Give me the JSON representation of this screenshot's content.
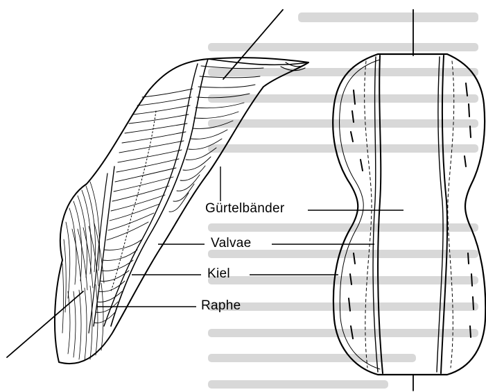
{
  "labels": {
    "girdle_bands": "Gürtelbänder",
    "valves": "Valvae",
    "keel": "Kiel",
    "raphe": "Raphe"
  },
  "colors": {
    "ink": "#000000",
    "background": "#ffffff",
    "ghost_text": "#d9d9d9"
  }
}
